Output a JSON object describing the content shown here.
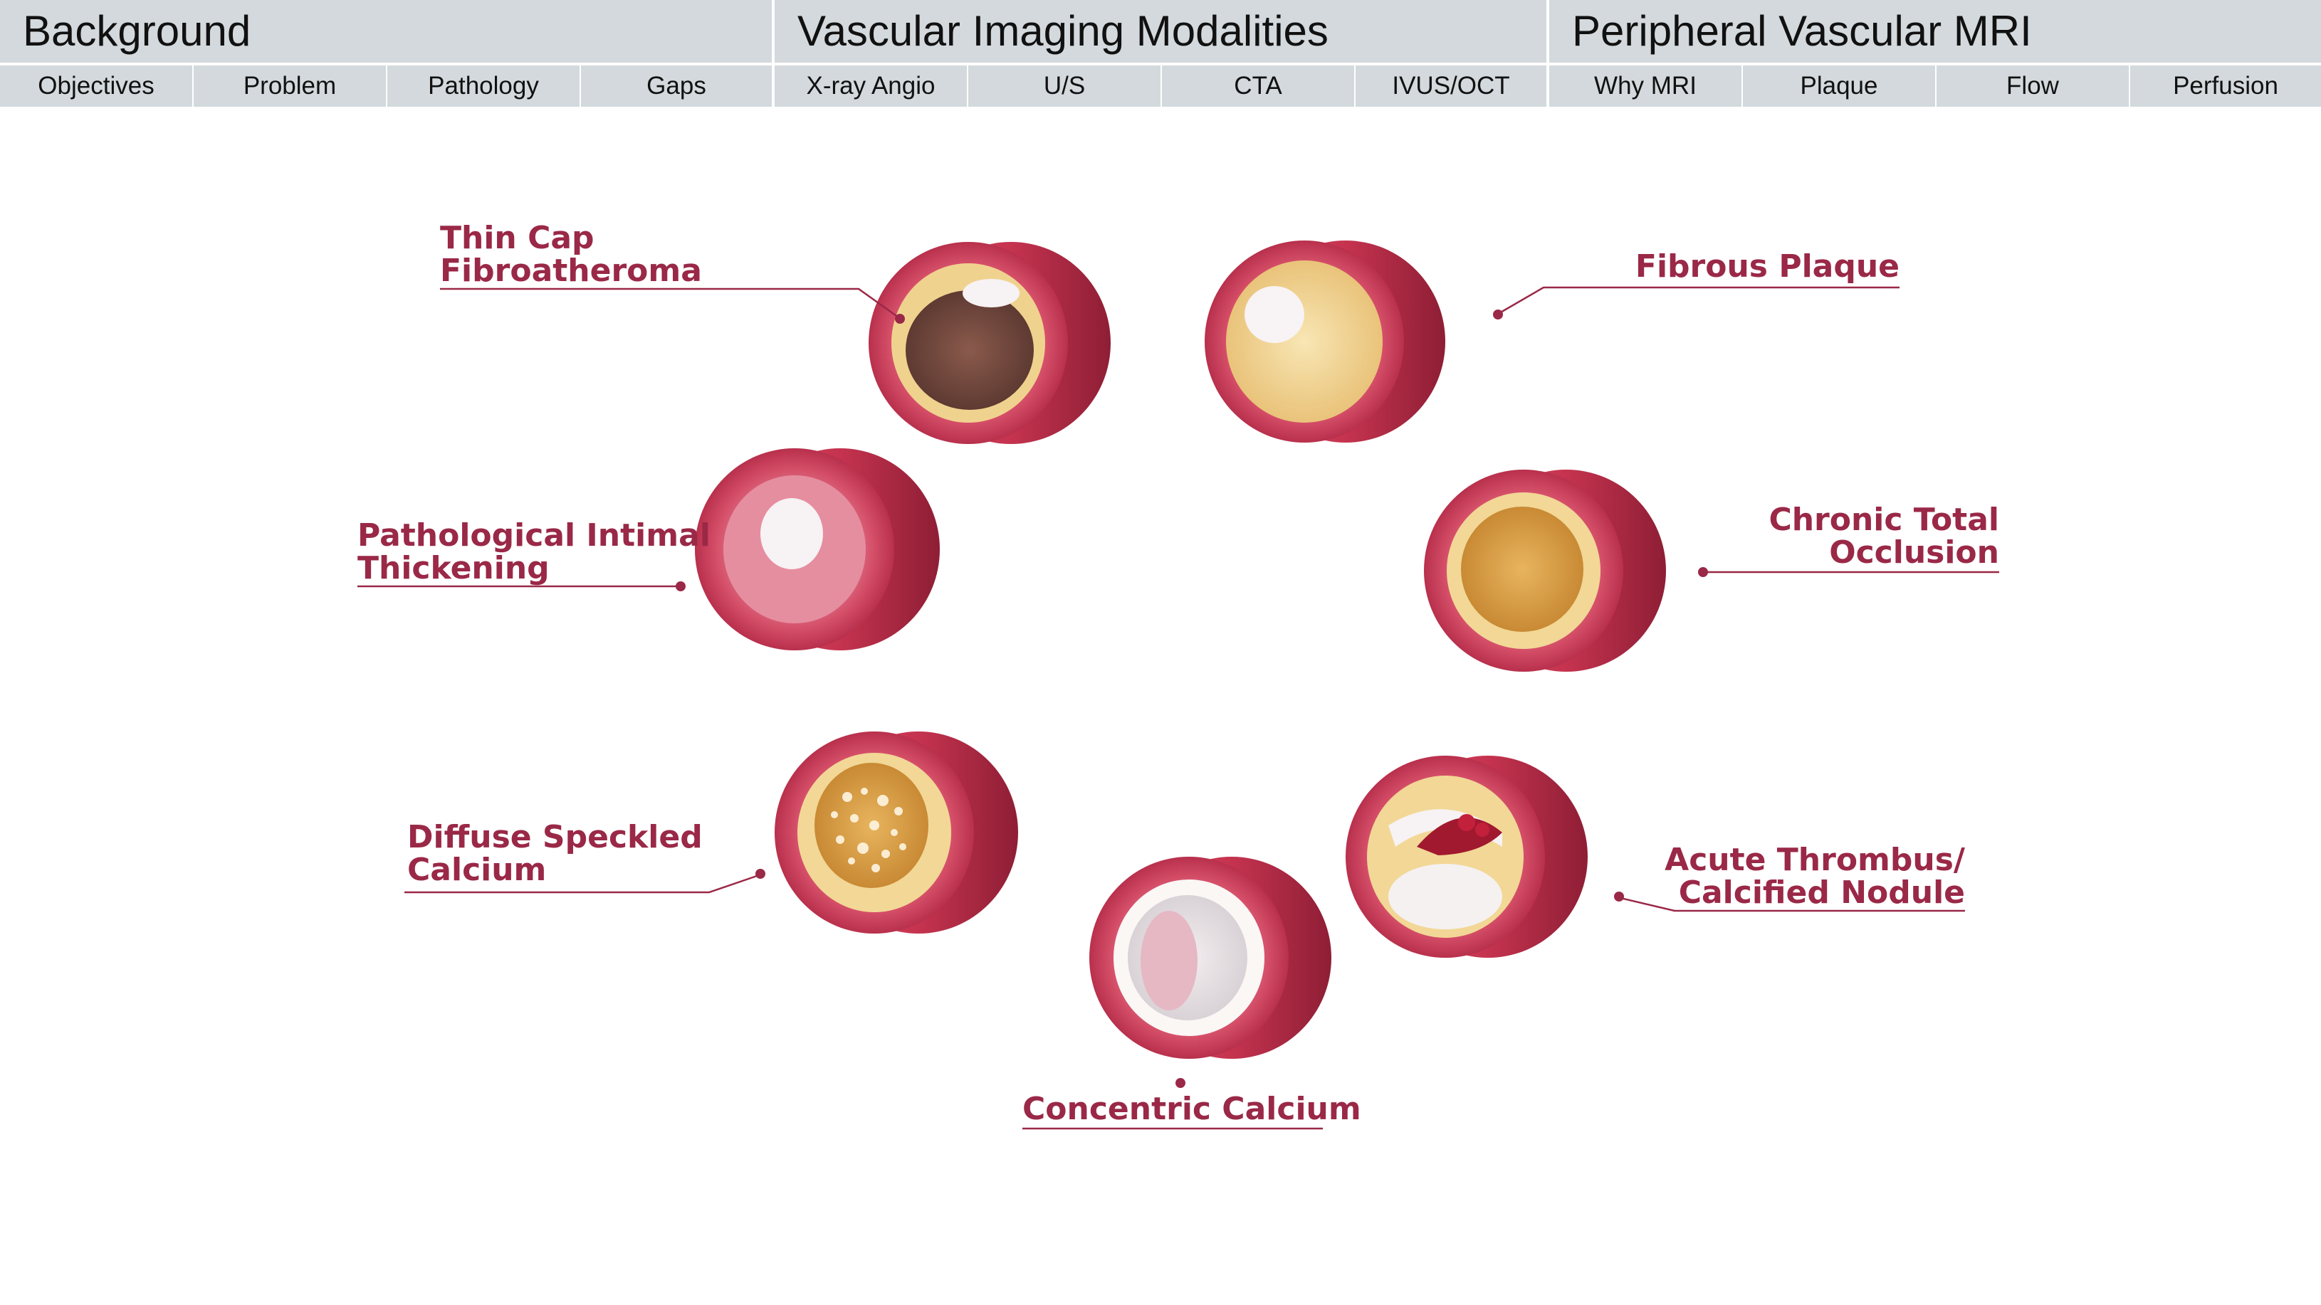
{
  "nav": {
    "sections": [
      {
        "label": "Background",
        "active": true
      },
      {
        "label": "Vascular Imaging Modalities",
        "active": false
      },
      {
        "label": "Peripheral Vascular MRI",
        "active": false
      }
    ],
    "tabs": [
      {
        "label": "Objectives",
        "active": false
      },
      {
        "label": "Problem",
        "active": false
      },
      {
        "label": "Pathology",
        "active": true
      },
      {
        "label": "Gaps",
        "active": false
      },
      {
        "label": "X-ray Angio",
        "active": false
      },
      {
        "label": "U/S",
        "active": false
      },
      {
        "label": "CTA",
        "active": false
      },
      {
        "label": "IVUS/OCT",
        "active": false
      },
      {
        "label": "Why MRI",
        "active": false
      },
      {
        "label": "Plaque",
        "active": false
      },
      {
        "label": "Flow",
        "active": false
      },
      {
        "label": "Perfusion",
        "active": false
      }
    ]
  },
  "colors": {
    "nav_active": "#053c62",
    "nav_inactive": "#d3d9dc",
    "label": "#9a2847",
    "vessel_wall": "#c93b55",
    "vessel_wall_dark": "#8e1e35",
    "plaque": "#f2d796",
    "lumen_dark": "#7a1830"
  },
  "figure": {
    "labels": {
      "tcfa": [
        "Thin Cap",
        "Fibroatheroma"
      ],
      "fibrous": [
        "Fibrous Plaque"
      ],
      "pit": [
        "Pathological Intimal",
        "Thickening"
      ],
      "cto": [
        "Chronic Total",
        "Occlusion"
      ],
      "dsc": [
        "Diffuse Speckled",
        "Calcium"
      ],
      "atcn": [
        "Acute Thrombus/",
        "Calcified Nodule"
      ],
      "cc": [
        "Concentric Calcium"
      ]
    }
  }
}
